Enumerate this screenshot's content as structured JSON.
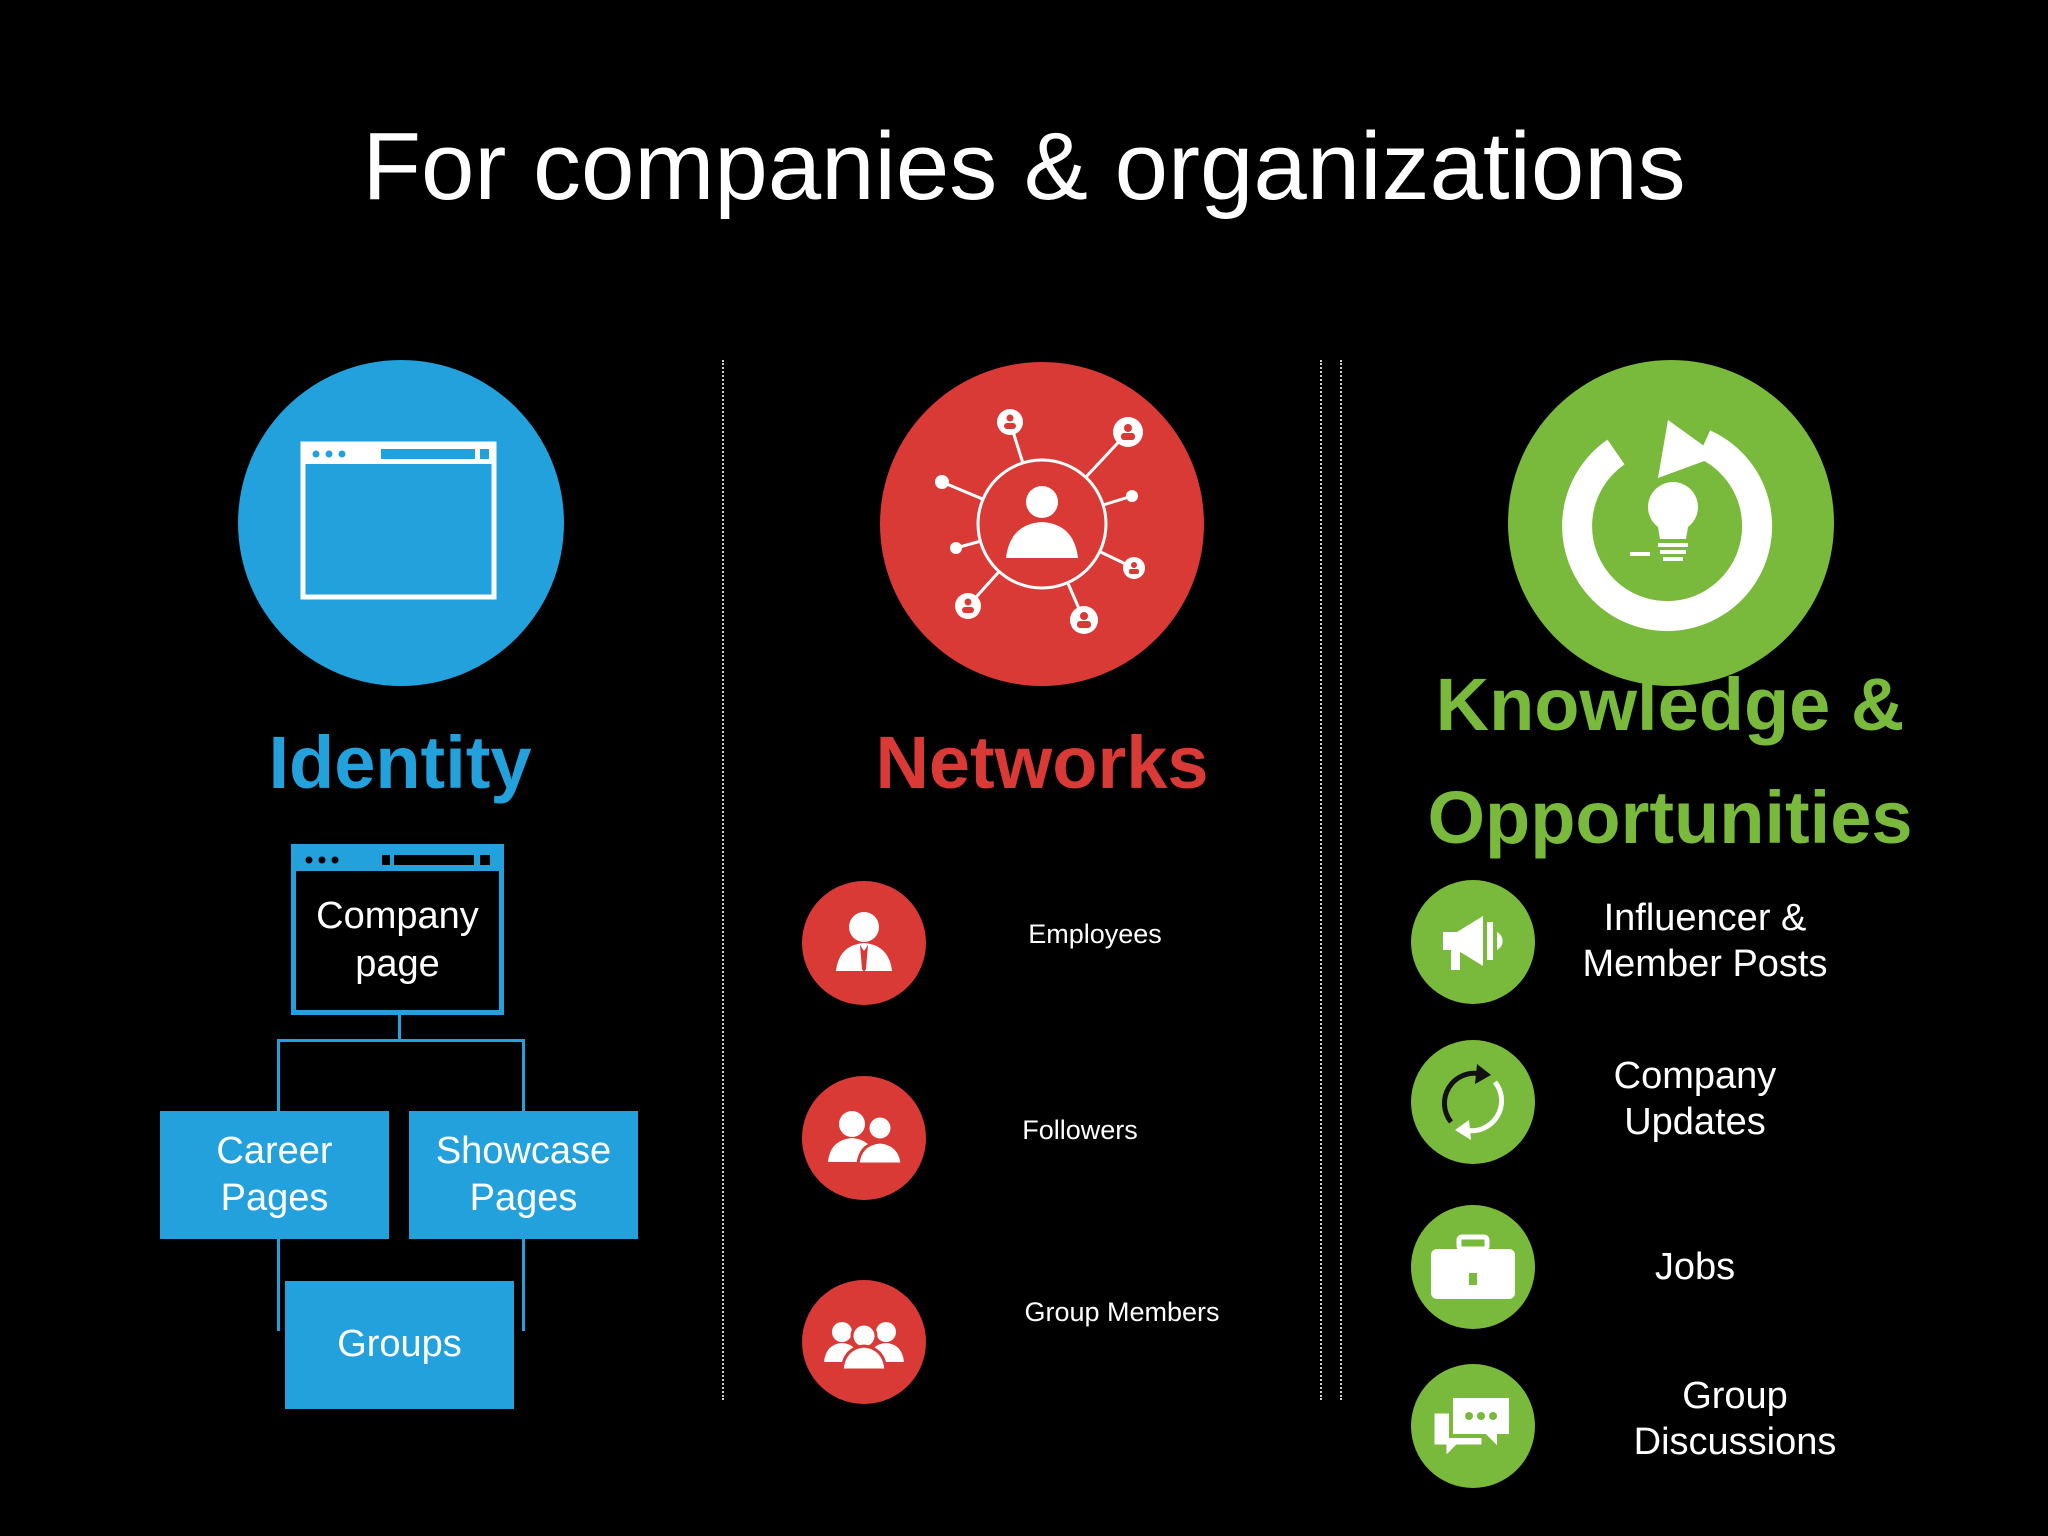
{
  "title": "For companies & organizations",
  "colors": {
    "identity": "#22a1dc",
    "networks": "#d93a36",
    "knowledge": "#79b93b",
    "background": "#000000",
    "text": "#ffffff"
  },
  "columns": {
    "identity": {
      "heading": "Identity",
      "icon": "browser-window-icon",
      "company_page": "Company page",
      "career_pages": "Career Pages",
      "showcase_pages": "Showcase Pages",
      "groups": "Groups"
    },
    "networks": {
      "heading": "Networks",
      "icon": "network-hub-icon",
      "items": [
        {
          "label": "Employees",
          "icon": "employee-icon"
        },
        {
          "label": "Followers",
          "icon": "followers-icon"
        },
        {
          "label": "Group Members",
          "icon": "group-members-icon"
        }
      ]
    },
    "knowledge": {
      "heading_line1": "Knowledge &",
      "heading_line2": "Opportunities",
      "icon": "lightbulb-refresh-icon",
      "items": [
        {
          "label": "Influencer & Member Posts",
          "icon": "megaphone-icon"
        },
        {
          "label": "Company Updates",
          "icon": "refresh-arrows-icon"
        },
        {
          "label": "Jobs",
          "icon": "briefcase-icon"
        },
        {
          "label": "Group Discussions",
          "icon": "chat-bubbles-icon"
        }
      ]
    }
  }
}
